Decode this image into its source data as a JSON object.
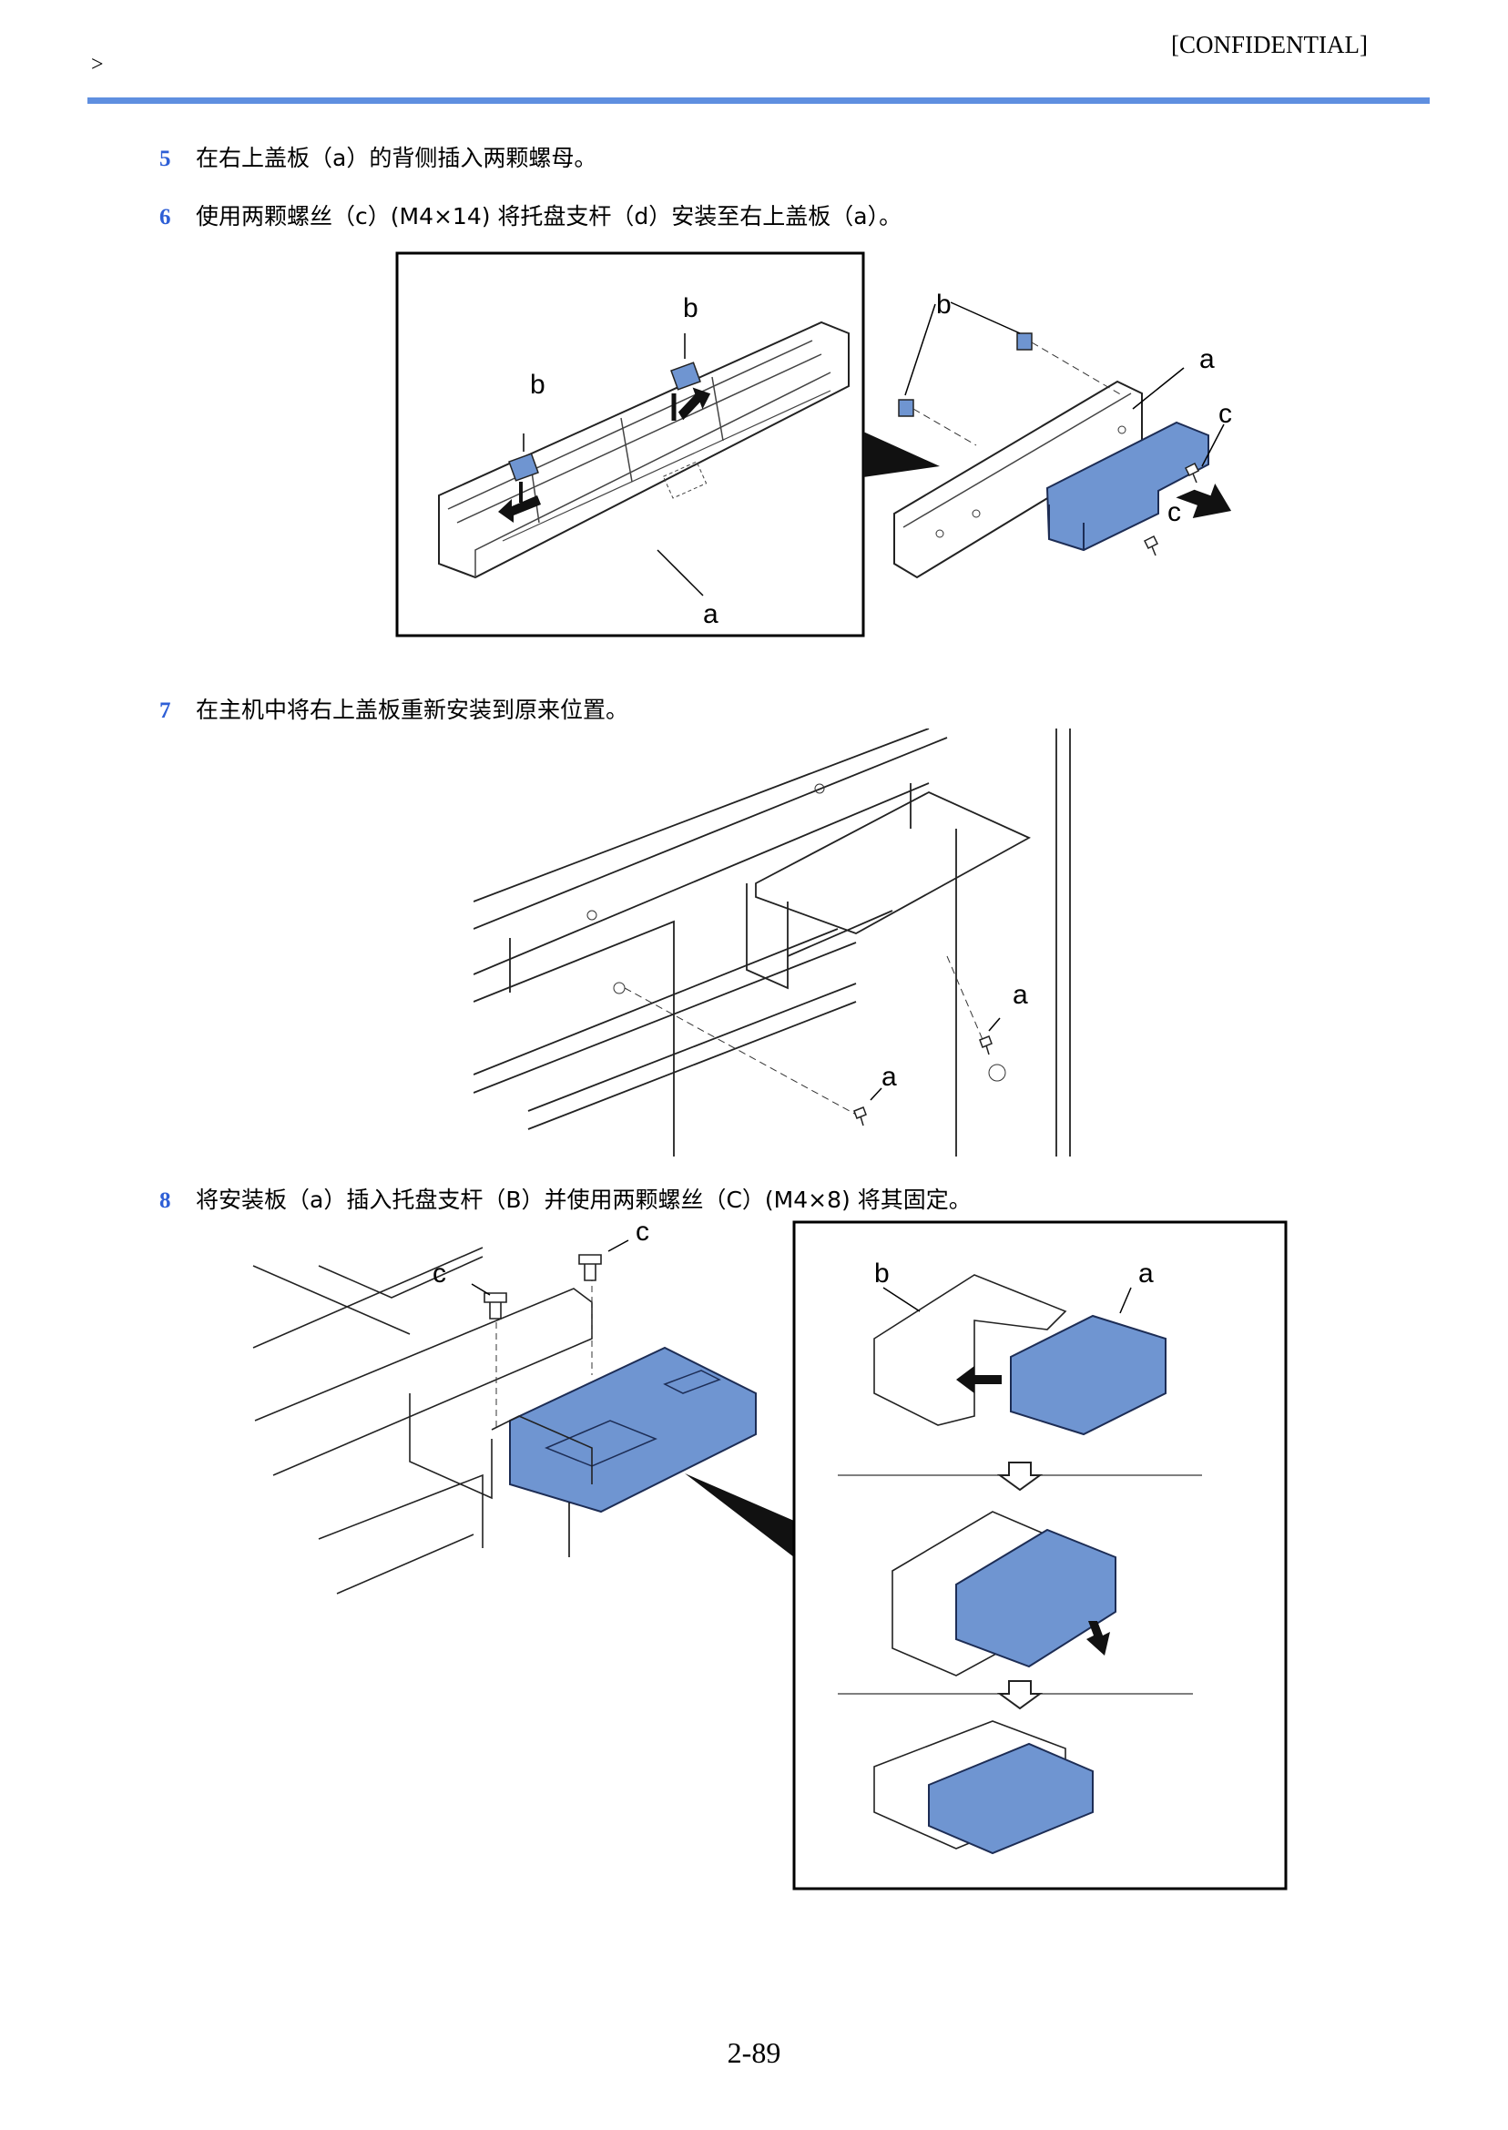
{
  "header": {
    "confidential": "[CONFIDENTIAL]",
    "nav_mark": ">"
  },
  "steps": [
    {
      "num": "5",
      "text": "在右上盖板（a）的背侧插入两颗螺母。"
    },
    {
      "num": "6",
      "text": "使用两颗螺丝（c）(M4×14) 将托盘支杆（d）安装至右上盖板（a）。"
    },
    {
      "num": "7",
      "text": "在主机中将右上盖板重新安装到原来位置。"
    },
    {
      "num": "8",
      "text": "将安装板（a）插入托盘支杆（B）并使用两颗螺丝（C）(M4×8) 将其固定。"
    }
  ],
  "figures": {
    "fig1_inset": {
      "labels": [
        "b",
        "b",
        "a"
      ]
    },
    "fig1_main": {
      "labels": [
        "b",
        "a",
        "c",
        "c"
      ]
    },
    "fig2": {
      "labels": [
        "a",
        "a"
      ]
    },
    "fig3_main": {
      "labels": [
        "c",
        "c"
      ]
    },
    "fig3_inset": {
      "labels": [
        "b",
        "a"
      ]
    }
  },
  "colors": {
    "accent": "#2e5fd6",
    "rule": "#5f8fe0",
    "part_blue": "#6f95d1"
  },
  "footer": {
    "page_number": "2-89"
  }
}
